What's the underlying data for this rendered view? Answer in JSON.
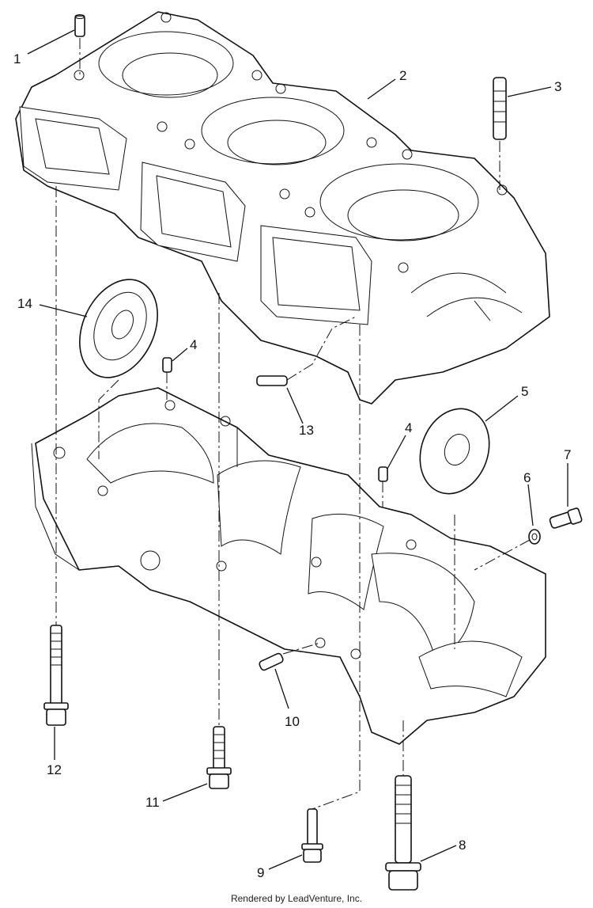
{
  "diagram": {
    "callouts": [
      {
        "id": "1",
        "label": "1"
      },
      {
        "id": "2",
        "label": "2"
      },
      {
        "id": "3",
        "label": "3"
      },
      {
        "id": "4a",
        "label": "4"
      },
      {
        "id": "4b",
        "label": "4"
      },
      {
        "id": "5",
        "label": "5"
      },
      {
        "id": "6",
        "label": "6"
      },
      {
        "id": "7",
        "label": "7"
      },
      {
        "id": "8",
        "label": "8"
      },
      {
        "id": "9",
        "label": "9"
      },
      {
        "id": "10",
        "label": "10"
      },
      {
        "id": "11",
        "label": "11"
      },
      {
        "id": "12",
        "label": "12"
      },
      {
        "id": "13",
        "label": "13"
      },
      {
        "id": "14",
        "label": "14"
      }
    ]
  },
  "footer": {
    "credit": "Rendered by LeadVenture, Inc."
  }
}
